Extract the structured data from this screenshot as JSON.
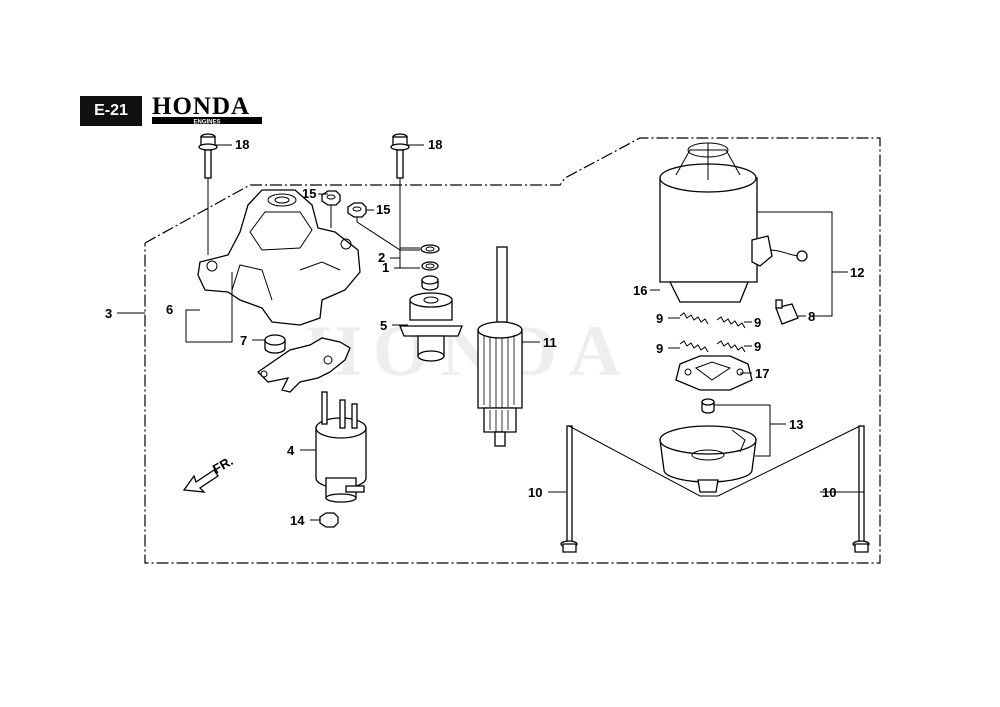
{
  "page": {
    "section_code": "E-21",
    "brand": {
      "name": "HONDA",
      "sub": "ENGINES"
    },
    "watermark": "HONDA"
  },
  "callouts": {
    "c1": "1",
    "c2": "2",
    "c3": "3",
    "c4": "4",
    "c5": "5",
    "c6": "6",
    "c7": "7",
    "c8": "8",
    "c9a": "9",
    "c9b": "9",
    "c9c": "9",
    "c9d": "9",
    "c10a": "10",
    "c10b": "10",
    "c11": "11",
    "c12": "12",
    "c13": "13",
    "c14": "14",
    "c15a": "15",
    "c15b": "15",
    "c16": "16",
    "c17": "17",
    "c18a": "18",
    "c18b": "18"
  },
  "direction_arrow": {
    "label": "FR."
  }
}
